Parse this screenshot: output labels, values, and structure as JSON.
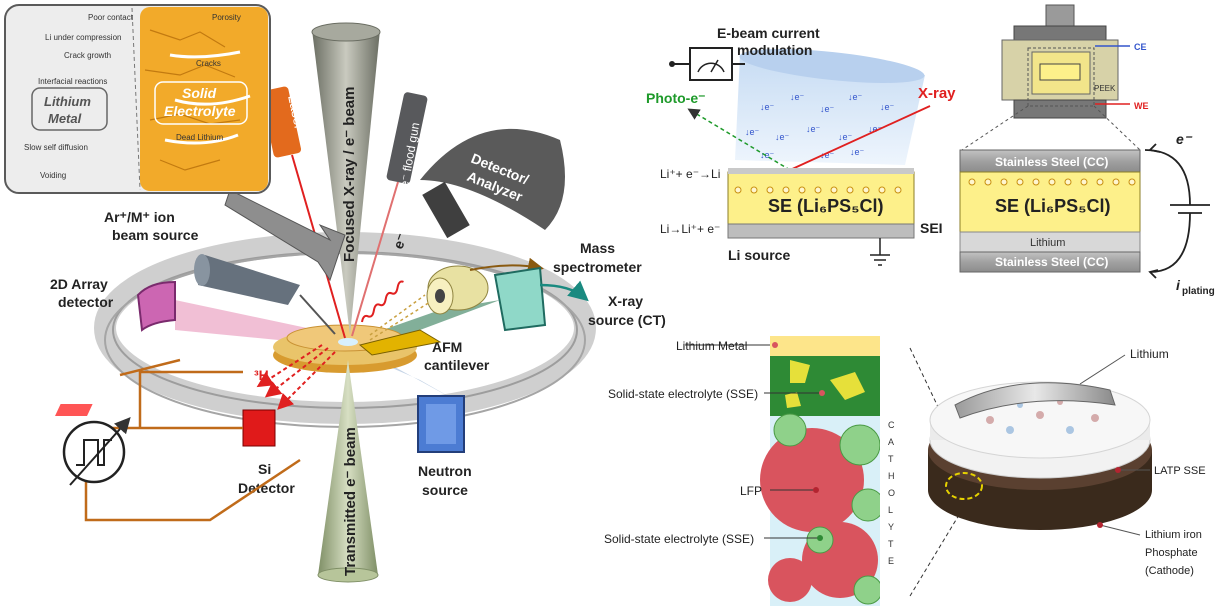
{
  "left_panel": {
    "inset": {
      "lithium_metal": [
        "Lithium",
        "Metal"
      ],
      "solid_electrolyte": [
        "Solid",
        "Electrolyte"
      ],
      "issues_left": [
        "Poor contact",
        "Li under compression",
        "Crack growth",
        "Interfacial reactions",
        "Slow self diffusion",
        "Voiding"
      ],
      "issues_right": [
        "Porosity",
        "Cracks",
        "Dead Lithium"
      ]
    },
    "probes": {
      "laser": "Laser",
      "focused_beam": "Focused X-ray / e⁻ beam",
      "flood_gun": "e⁻ flood gun",
      "detector": [
        "Detector/",
        "Analyzer"
      ],
      "electron": "e⁻",
      "ion_source": [
        "Ar⁺/M⁺ ion",
        "beam source"
      ],
      "array_detector": [
        "2D Array",
        "detector"
      ],
      "mass_spec": [
        "Mass",
        "spectrometer"
      ],
      "xray_ct": [
        "X-ray",
        "source (CT)"
      ],
      "afm": [
        "AFM",
        "cantilever"
      ],
      "tritium": "³H",
      "si_detector": [
        "Si",
        "Detector"
      ],
      "transmitted": "Transmitted e⁻ beam",
      "neutron": [
        "Neutron",
        "source"
      ]
    }
  },
  "xps_panel": {
    "ebeam_label": [
      "E-beam current",
      "modulation"
    ],
    "photo_e": "Photo-e⁻",
    "xray": "X-ray",
    "reaction_top": "Li⁺+ e⁻→Li",
    "reaction_bottom": "Li→Li⁺+ e⁻",
    "se_label": "SE (Li₆PS₅Cl)",
    "sei": "SEI",
    "li_source": "Li source",
    "electron_symbol": "e⁻"
  },
  "cell_panel": {
    "ce": "CE",
    "we": "WE",
    "peek": "PEEK",
    "cc_top": "Stainless Steel (CC)",
    "se_label": "SE (Li₆PS₅Cl)",
    "lithium": "Lithium",
    "cc_bottom": "Stainless Steel (CC)",
    "electron": "e⁻",
    "current": "i",
    "current_sub": "plating"
  },
  "battery_panel": {
    "lithium_metal": "Lithium Metal",
    "sse_top": "Solid-state electrolyte (SSE)",
    "lfp": "LFP",
    "sse_bottom": "Solid-state electrolyte (SSE)",
    "catholyte": "CATHOLYTE",
    "lithium": "Lithium",
    "latp": "LATP SSE",
    "cathode": [
      "Lithium iron",
      "Phosphate",
      "(Cathode)"
    ]
  }
}
